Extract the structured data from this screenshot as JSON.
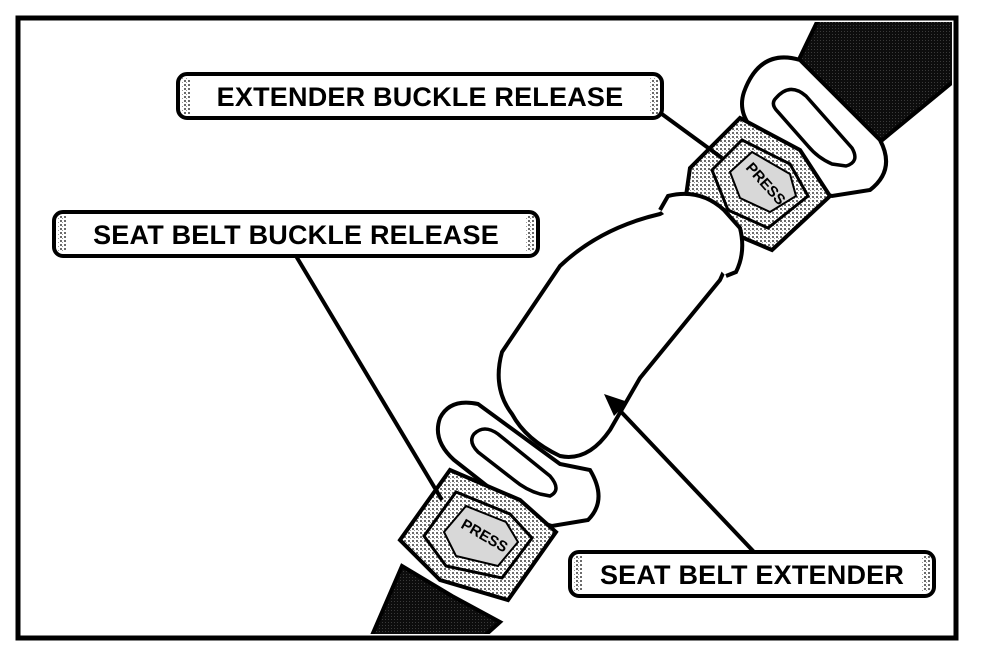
{
  "labels": {
    "extender_buckle_release": "EXTENDER BUCKLE RELEASE",
    "seat_belt_buckle_release": "SEAT BELT BUCKLE RELEASE",
    "seat_belt_extender": "SEAT BELT EXTENDER"
  },
  "buttons": {
    "upper_press": "PRESS",
    "lower_press": "PRESS"
  },
  "colors": {
    "ink": "#000000",
    "paper": "#ffffff",
    "stipple": "#9a9a9a",
    "belt": "#111111"
  }
}
